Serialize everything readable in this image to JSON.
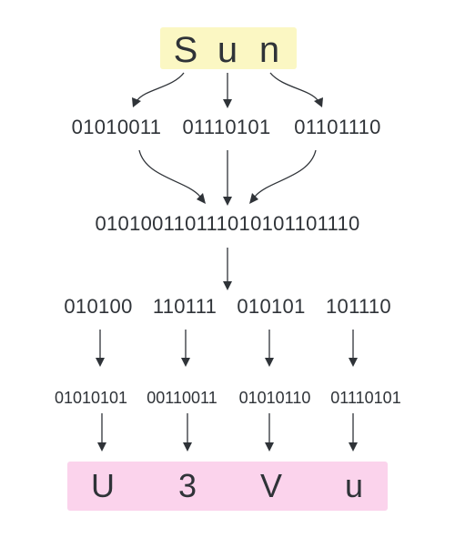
{
  "input": {
    "characters": [
      "S",
      "u",
      "n"
    ]
  },
  "binary_8bit": [
    "01010011",
    "01110101",
    "01101110"
  ],
  "concatenated_bits": "010100110111010101101110",
  "groups_6bit": [
    "010100",
    "110111",
    "010101",
    "101110"
  ],
  "padded_8bit": [
    "01010101",
    "00110011",
    "01010110",
    "01110101"
  ],
  "output": {
    "characters": [
      "U",
      "3",
      "V",
      "u"
    ]
  },
  "colors": {
    "input_box": "#fbf7c3",
    "output_box": "#fbd3ec",
    "text": "#2f3338",
    "arrow": "#2f3338"
  }
}
